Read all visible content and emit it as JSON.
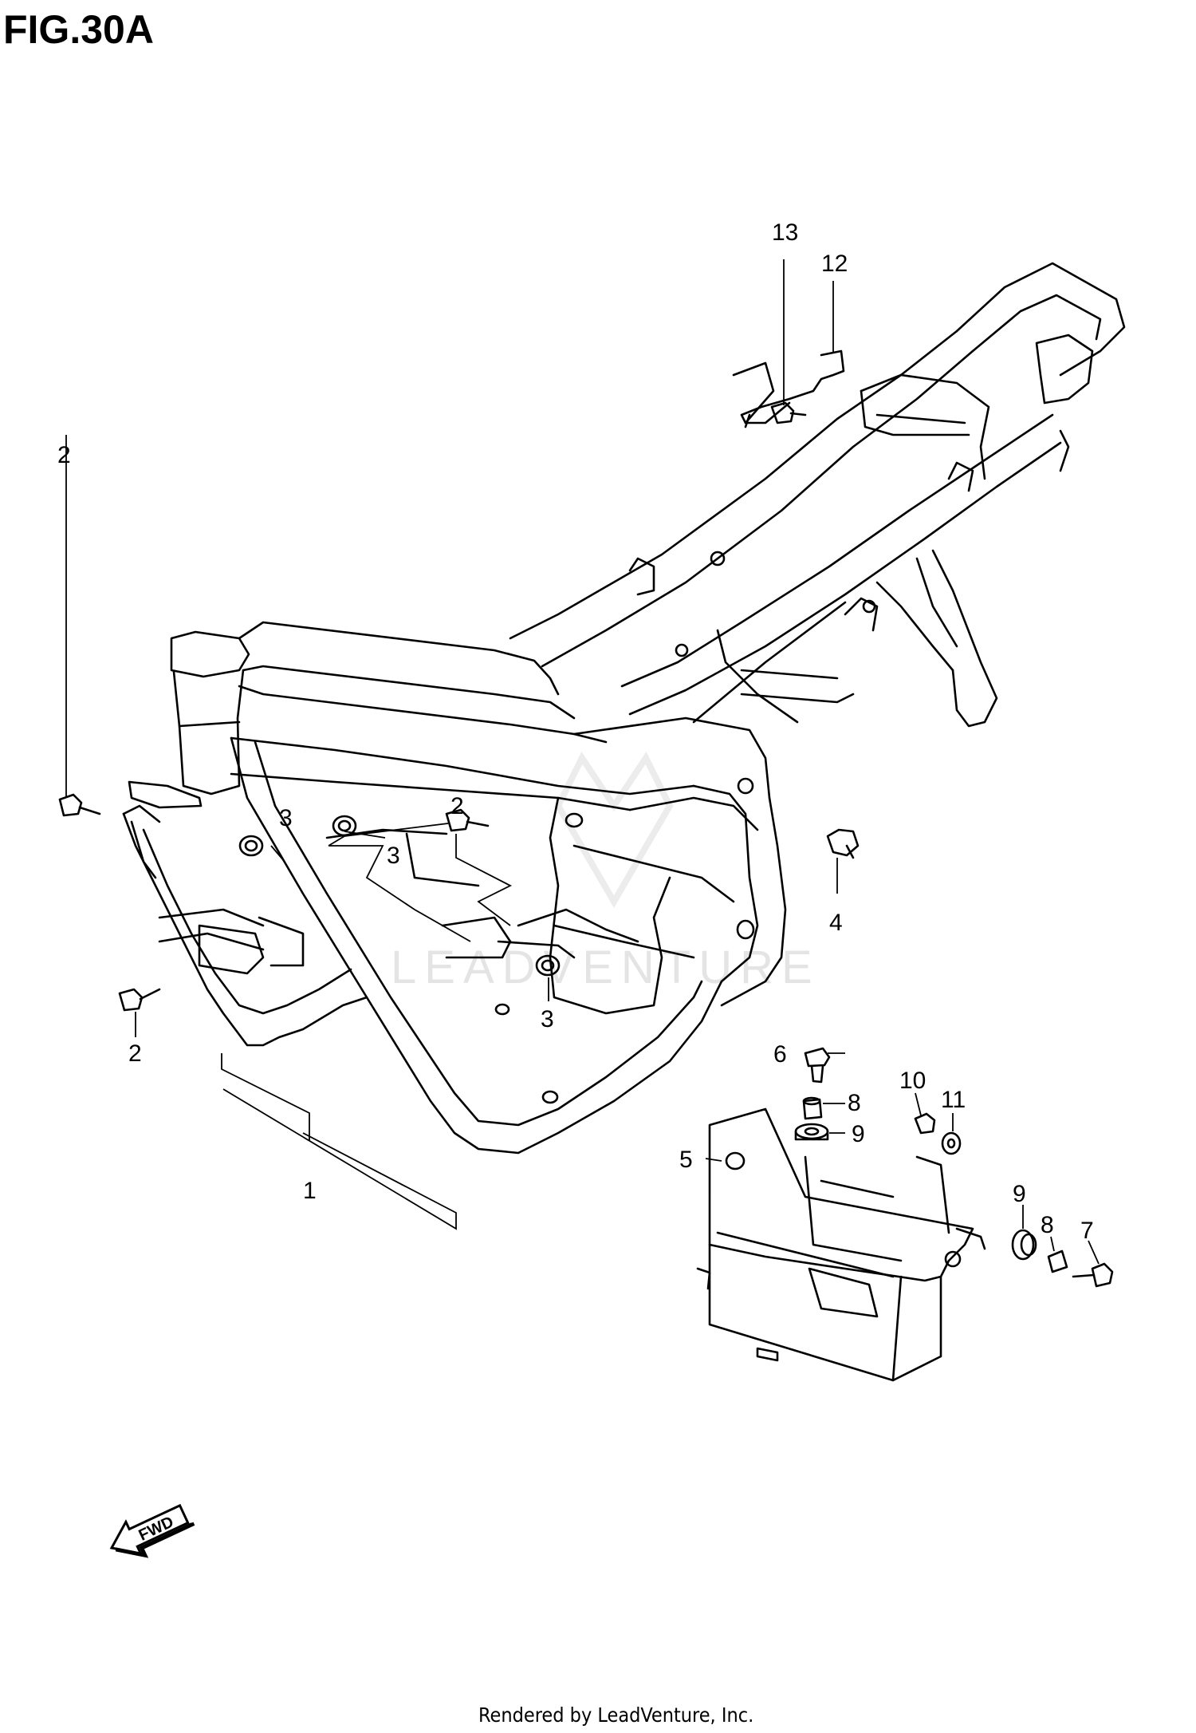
{
  "title": "FIG.30A",
  "footer": "Rendered by LeadVenture, Inc.",
  "watermark": "LEADVENTURE",
  "fwd_label": "FWD",
  "callouts": [
    {
      "id": "c13",
      "label": "13"
    },
    {
      "id": "c12",
      "label": "12"
    },
    {
      "id": "c2a",
      "label": "2"
    },
    {
      "id": "c2b",
      "label": "2"
    },
    {
      "id": "c2c",
      "label": "2"
    },
    {
      "id": "c3a",
      "label": "3"
    },
    {
      "id": "c3b",
      "label": "3"
    },
    {
      "id": "c3c",
      "label": "3"
    },
    {
      "id": "c4",
      "label": "4"
    },
    {
      "id": "c1",
      "label": "1"
    },
    {
      "id": "c6",
      "label": "6"
    },
    {
      "id": "c8a",
      "label": "8"
    },
    {
      "id": "c9a",
      "label": "9"
    },
    {
      "id": "c10",
      "label": "10"
    },
    {
      "id": "c11",
      "label": "11"
    },
    {
      "id": "c5",
      "label": "5"
    },
    {
      "id": "c9b",
      "label": "9"
    },
    {
      "id": "c8b",
      "label": "8"
    },
    {
      "id": "c7",
      "label": "7"
    }
  ],
  "colors": {
    "line": "#000000",
    "background": "#ffffff",
    "watermark": "#e4e4e4"
  }
}
